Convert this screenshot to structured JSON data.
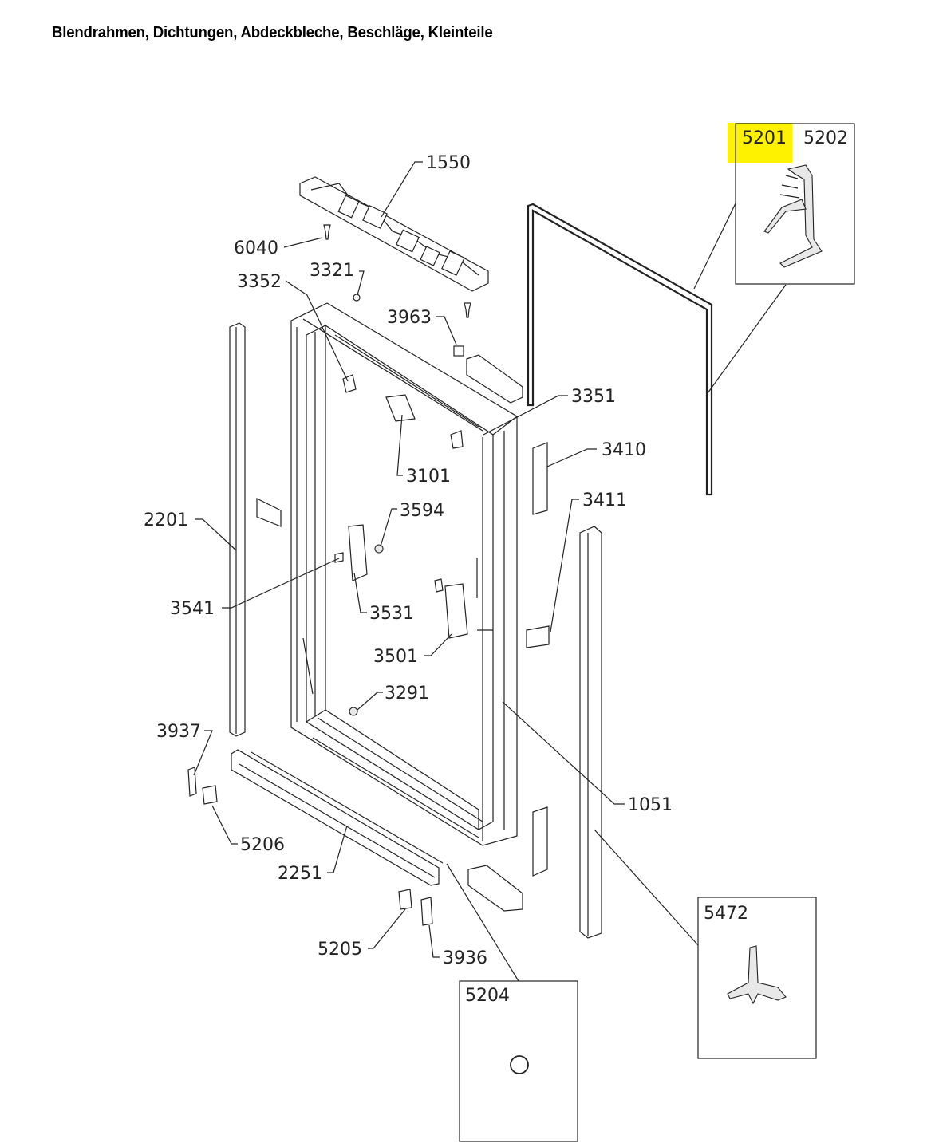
{
  "title": "Blendrahmen, Dichtungen, Abdeckbleche, Beschläge, Kleinteile",
  "highlight_color": "#fff200",
  "labels": {
    "p1550": "1550",
    "p6040": "6040",
    "p3321": "3321",
    "p3352": "3352",
    "p3963": "3963",
    "p3351": "3351",
    "p3410": "3410",
    "p3411": "3411",
    "p3101": "3101",
    "p3594": "3594",
    "p2201": "2201",
    "p3541": "3541",
    "p3531": "3531",
    "p3501": "3501",
    "p3291": "3291",
    "p3937": "3937",
    "p1051": "1051",
    "p5206": "5206",
    "p2251": "2251",
    "p5205": "5205",
    "p3936": "3936",
    "p5201": "5201",
    "p5202": "5202",
    "p5472": "5472",
    "p5204": "5204"
  }
}
